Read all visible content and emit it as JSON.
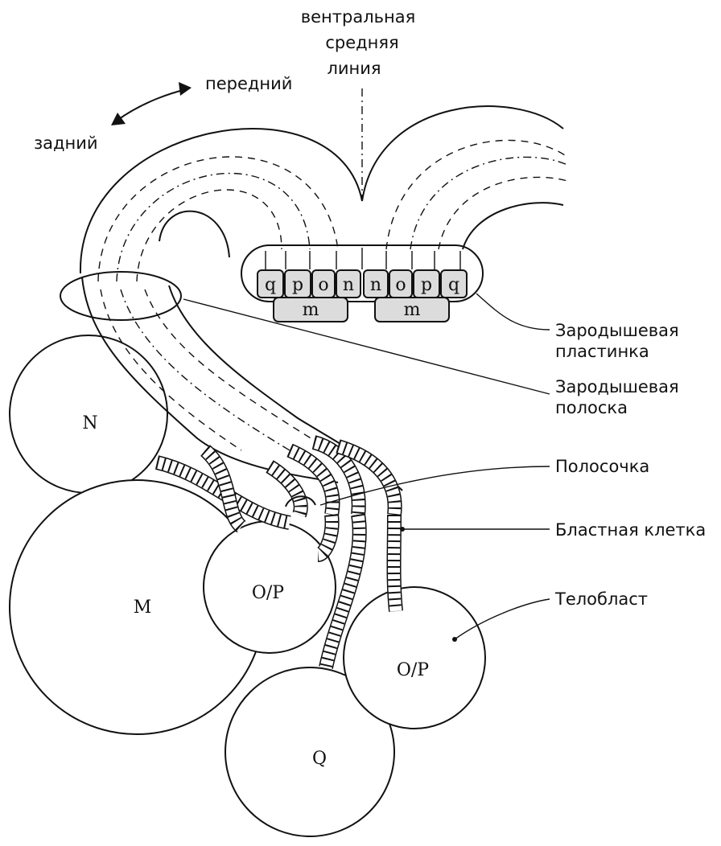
{
  "orientation": {
    "midline": [
      "вентральная",
      "средняя",
      "линия"
    ],
    "anterior": "передний",
    "posterior": "задний"
  },
  "germinal_plate_cells": {
    "left": [
      "q",
      "p",
      "o",
      "n"
    ],
    "right": [
      "n",
      "o",
      "p",
      "q"
    ],
    "mesoderm_left": "m",
    "mesoderm_right": "m"
  },
  "teloblasts": {
    "N": "N",
    "M": "M",
    "OP_left": "O/P",
    "OP_right": "O/P",
    "Q": "Q"
  },
  "callouts": {
    "germinal_plate": [
      "Зародышевая",
      "пластинка"
    ],
    "germinal_band": [
      "Зародышевая",
      "полоска"
    ],
    "bandlet": "Полосочка",
    "blast_cell": "Бластная клетка",
    "teloblast": "Телобласт"
  }
}
